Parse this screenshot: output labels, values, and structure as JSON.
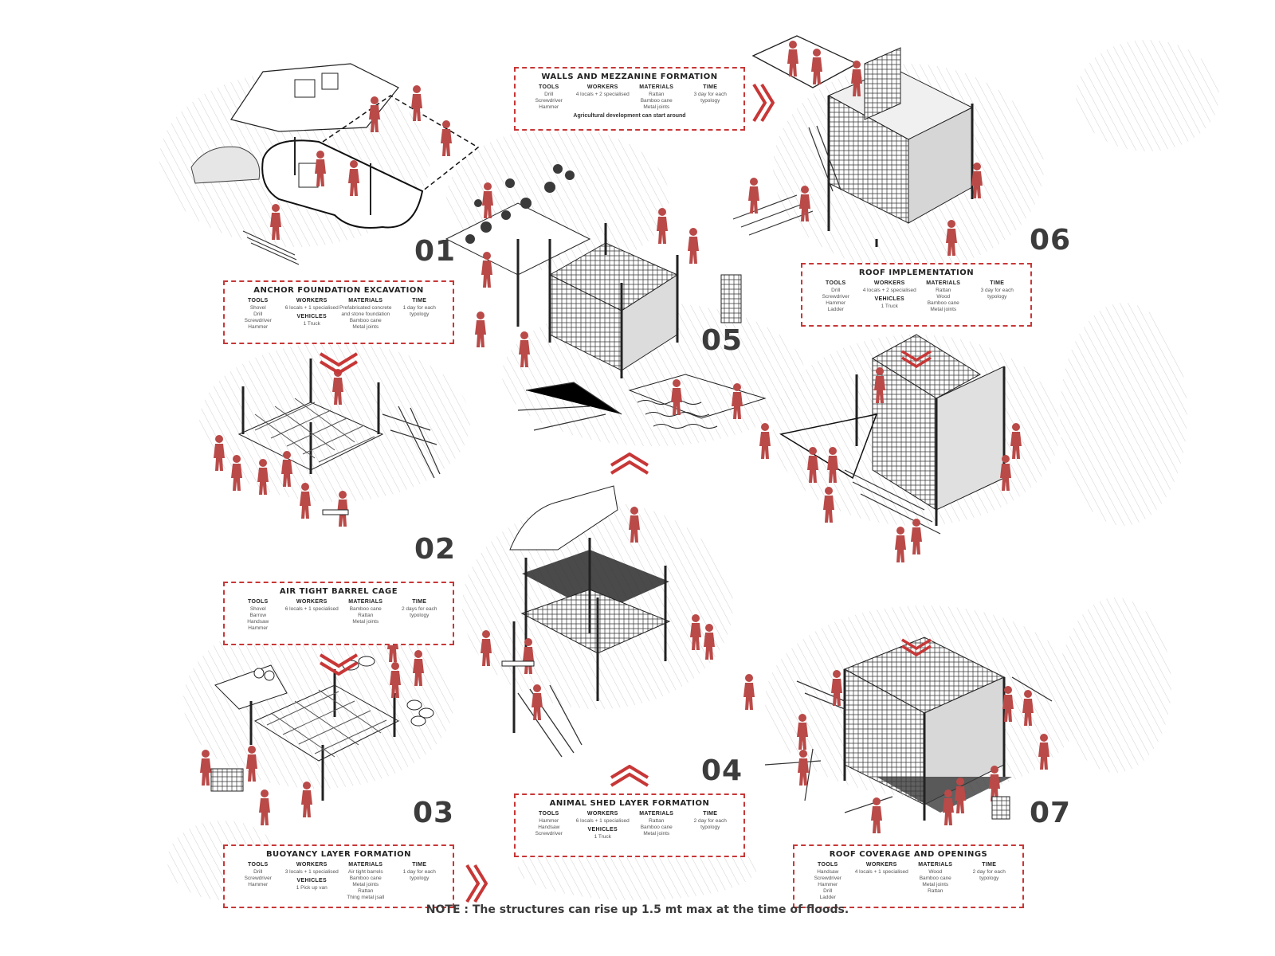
{
  "steps": [
    {
      "number": "01",
      "title": "ANCHOR FOUNDATION EXCAVATION",
      "tools": [
        "Shovel",
        "Drill",
        "Screwdriver",
        "Hammer"
      ],
      "workers": [
        "6 locals + 1 specialised"
      ],
      "vehicles": [
        "1 Truck"
      ],
      "materials": [
        "Prefabricated concrete",
        "and stone foundation",
        "Bamboo cane",
        "Metal joints"
      ],
      "time": [
        "1 day for each",
        "typology"
      ]
    },
    {
      "number": "02",
      "title": "AIR TIGHT BARREL CAGE",
      "tools": [
        "Shovel",
        "Barrow",
        "Handsaw",
        "Hammer"
      ],
      "workers": [
        "6 locals + 1 specialised"
      ],
      "materials": [
        "Bamboo cane",
        "Rattan",
        "Metal joints"
      ],
      "time": [
        "2 days for each",
        "typology"
      ]
    },
    {
      "number": "03",
      "title": "BUOYANCY LAYER FORMATION",
      "tools": [
        "Drill",
        "Screwdriver",
        "Hammer"
      ],
      "workers": [
        "3 locals + 1 specialised"
      ],
      "vehicles": [
        "1 Pick up van"
      ],
      "materials": [
        "Air tight barrels",
        "Bamboo cane",
        "Metal joints",
        "Rattan",
        "Thing metal jsall"
      ],
      "time": [
        "1 day for each",
        "typology"
      ]
    },
    {
      "number": "04",
      "title": "ANIMAL SHED LAYER FORMATION",
      "tools": [
        "Hammer",
        "Handsaw",
        "Screwdriver"
      ],
      "workers": [
        "6 locals + 1 specialised"
      ],
      "vehicles": [
        "1 Truck"
      ],
      "materials": [
        "Rattan",
        "Bamboo cane",
        "Metal joints"
      ],
      "time": [
        "2 day for each",
        "typology"
      ]
    },
    {
      "number": "05",
      "title": "WALLS AND MEZZANINE FORMATION",
      "tools": [
        "Drill",
        "Screwdriver",
        "Hammer"
      ],
      "workers": [
        "4 locals + 2 specialised"
      ],
      "materials": [
        "Rattan",
        "Bamboo cane",
        "Metal joints"
      ],
      "time": [
        "3 day for each",
        "typology"
      ],
      "note": "Agricultural development can start around"
    },
    {
      "number": "06",
      "title": "ROOF IMPLEMENTATION",
      "tools": [
        "Drill",
        "Screwdriver",
        "Hammer",
        "Ladder"
      ],
      "workers": [
        "4 locals + 2 specialised"
      ],
      "vehicles": [
        "1 Truck"
      ],
      "materials": [
        "Rattan",
        "Wood",
        "Bamboo cane",
        "Metal joints"
      ],
      "time": [
        "3 day for each",
        "typology"
      ]
    },
    {
      "number": "07",
      "title": "ROOF COVERAGE AND OPENINGS",
      "tools": [
        "Handsaw",
        "Screwdriver",
        "Hammer",
        "Drill",
        "Ladder"
      ],
      "workers": [
        "4 locals + 1 specialised"
      ],
      "materials": [
        "Wood",
        "Bamboo cane",
        "Metal joints",
        "Rattan"
      ],
      "time": [
        "2 day for each",
        "typology"
      ]
    }
  ],
  "labels": {
    "tools": "TOOLS",
    "workers": "WORKERS",
    "vehicles": "VEHICLES",
    "materials": "MATERIALS",
    "time": "TIME"
  },
  "footer_note": "NOTE : The structures can rise up 1.5 mt max at the time of floods.",
  "colors": {
    "accent": "#c83737",
    "figure": "#b94a48",
    "ink": "#1d1d1d",
    "number": "#3c3c3c"
  }
}
